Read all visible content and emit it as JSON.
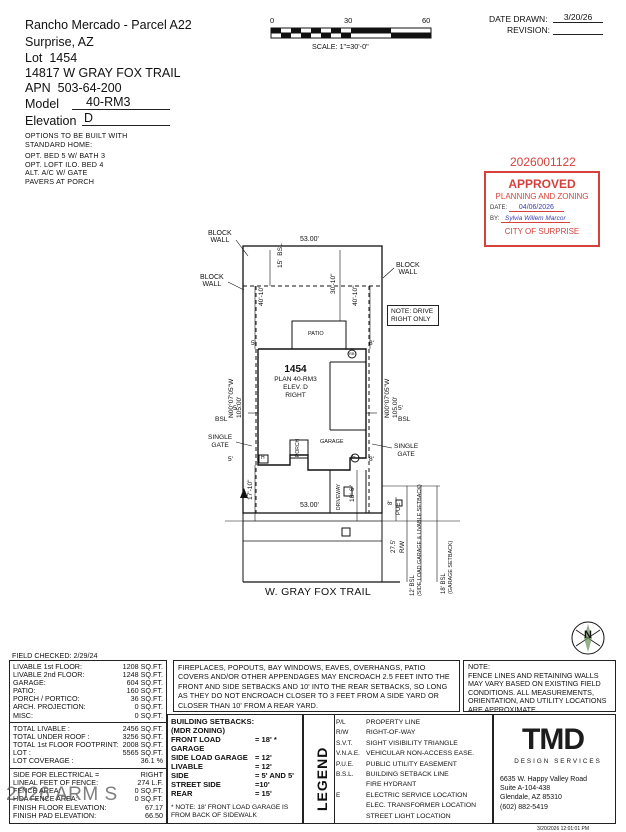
{
  "header": {
    "project": "Rancho Mercado - Parcel A22",
    "city": "Surprise, AZ",
    "lot_label": "Lot",
    "lot": "1454",
    "address": "14817 W GRAY FOX TRAIL",
    "apn_label": "APN",
    "apn": "503-64-200",
    "model_label": "Model",
    "model": "40-RM3",
    "elevation_label": "Elevation",
    "elevation": "D",
    "options_title": [
      "OPTIONS TO BE BUILT WITH",
      "STANDARD HOME:"
    ],
    "options": [
      "OPT. BED 5 W/ BATH 3",
      "OPT. LOFT ILO. BED 4",
      "ALT. A/C W/ GATE",
      "PAVERS AT PORCH"
    ]
  },
  "scale": {
    "ticks": [
      "0",
      "30",
      "60"
    ],
    "label": "SCALE: 1\"=30'-0\""
  },
  "date_block": {
    "drawn_label": "DATE DRAWN:",
    "drawn": "3/20/26",
    "revision_label": "REVISION:"
  },
  "stamp": {
    "number": "2026001122",
    "title": "APPROVED",
    "subtitle": "PLANNING AND ZONING",
    "date_label": "DATE:",
    "date": "04/06/2026",
    "by_label": "BY:",
    "by": "Sylvia Willem Marcor",
    "city": "CITY OF SURPRISE",
    "color": "#d6423b"
  },
  "plan": {
    "block_wall_left_top": [
      "BLOCK",
      "WALL"
    ],
    "block_wall_left_mid": [
      "BLOCK",
      "WALL"
    ],
    "block_wall_right": [
      "BLOCK",
      "WALL"
    ],
    "top_width": "53.00'",
    "bottom_width": "53.00'",
    "rear_bsl": "15'",
    "bsl": "BSL",
    "dim_40_10_left": "40'-10\"",
    "dim_30_10": "30'-10\"",
    "dim_40_10_right": "40'-10\"",
    "note_drive": [
      "NOTE: DRIVE",
      "RIGHT ONLY"
    ],
    "patio": "PATIO",
    "lot_number": "1454",
    "plan_line": "PLAN 40-RM3",
    "elev_line": "ELEV. D",
    "right_line": "RIGHT",
    "garage": "GARAGE",
    "porch": "PORCH",
    "left_bearing": "N00°07'05\"W",
    "left_len": "105.00'",
    "right_bearing": "N00°07'05\"W",
    "right_len": "105.00'",
    "side_left": "5'",
    "side_right": "5'",
    "side_bsl_left": "BSL",
    "side_bsl_right": "BSL",
    "single_gate_left": [
      "SINGLE",
      "GATE"
    ],
    "single_gate_right": [
      "SINGLE",
      "GATE"
    ],
    "gate_dim_left": "5'",
    "gate_dim_right": "8'",
    "front_17": "17'-10\"",
    "front_18_6": "18'-6\"",
    "driveway": "DRIVEWAY",
    "pue_8": "8'",
    "pue": "PUE",
    "rw_27": "27.5'",
    "rw": "R/W",
    "bsl_12": "12' BSL",
    "bsl_12_note": "(SIDE LOAD GARAGE & LIVABLE SETBACK)",
    "bsl_18": "18' BSL",
    "bsl_18_note": "(GARAGE SETBACK)",
    "street": "W. GRAY FOX TRAIL",
    "marker_h": "H",
    "marker_e": "E",
    "marker_rb": "RB",
    "top_dim_5": "5'",
    "top_dim_8": "8'"
  },
  "field_checked": "FIELD CHECKED: 2/29/24",
  "north_label": "N",
  "areas": {
    "rows1": [
      [
        "LIVABLE 1st FLOOR:",
        "1208 SQ.FT."
      ],
      [
        "LIVABLE 2nd FLOOR:",
        "1248 SQ.FT."
      ],
      [
        "GARAGE:",
        "604 SQ.FT."
      ],
      [
        "PATIO:",
        "160 SQ.FT."
      ],
      [
        "PORCH / PORTICO:",
        "36 SQ.FT."
      ],
      [
        "ARCH. PROJECTION:",
        "0 SQ.FT."
      ],
      [
        "MISC:",
        "0 SQ.FT."
      ]
    ],
    "rows2": [
      [
        "TOTAL LIVABLE :",
        "2456 SQ.FT."
      ],
      [
        "TOTAL UNDER ROOF :",
        "3256 SQ.FT."
      ],
      [
        "TOTAL 1st FLOOR FOOTPRINT:",
        "2008 SQ.FT."
      ],
      [
        "LOT :",
        "5565 SQ.FT."
      ],
      [
        "LOT COVERAGE :",
        "36.1 %"
      ]
    ],
    "rows3": [
      [
        "SIDE FOR ELECTRICAL =",
        "RIGHT"
      ],
      [
        "LINEAL FEET OF FENCE:",
        "274 L.F."
      ],
      [
        "FENCE AREA:",
        "0 SQ.FT."
      ],
      [
        "HOA FENCE AREA:",
        "0 SQ.FT."
      ],
      [
        "FINISH FLOOR ELEVATION:",
        "67.17"
      ],
      [
        "FINISH PAD ELEVATION:",
        "66.50"
      ]
    ]
  },
  "fireplace_note": "FIREPLACES, POPOUTS, BAY WINDOWS, EAVES, OVERHANGS, PATIO COVERS AND/OR OTHER APPENDAGES MAY ENCROACH 2.5 FEET INTO THE FRONT AND SIDE SETBACKS AND 10' INTO THE REAR SETBACKS, SO LONG AS THEY DO NOT ENCROACH CLOSER TO 3 FEET FROM A SIDE YARD OR CLOSER THAN 10' FROM A REAR YARD.",
  "fence_note": {
    "title": "NOTE:",
    "text": "FENCE LINES AND RETAINING WALLS MAY VARY BASED ON EXISTING FIELD CONDITIONS. ALL MEASUREMENTS, ORIENTATION, AND UTILITY LOCATIONS ARE APPROXIMATE."
  },
  "setbacks": {
    "title": "BUILDING SETBACKS:",
    "zoning": "(MDR ZONING)",
    "rows": [
      [
        "FRONT LOAD GARAGE",
        "= 18' *"
      ],
      [
        "SIDE LOAD GARAGE",
        "= 12'"
      ],
      [
        "LIVABLE",
        "= 12'"
      ],
      [
        "SIDE",
        "= 5' AND 5'"
      ],
      [
        "STREET SIDE",
        "=10'"
      ],
      [
        "REAR",
        "= 15'"
      ]
    ],
    "note": "* NOTE: 18' FRONT LOAD GARAGE IS FROM BACK OF SIDEWALK"
  },
  "legend": {
    "title": "LEGEND",
    "items": [
      [
        "P/L",
        "PROPERTY LINE"
      ],
      [
        "R/W",
        "RIGHT-OF-WAY"
      ],
      [
        "S.V.T.",
        "SIGHT VISIBILITY TRIANGLE"
      ],
      [
        "V.N.A.E.",
        "VEHICULAR NON-ACCESS EASE."
      ],
      [
        "P.U.E.",
        "PUBLIC UTILITY EASEMENT"
      ],
      [
        "B.S.L.",
        "BUILDING SETBACK LINE"
      ],
      [
        "",
        "FIRE HYDRANT"
      ],
      [
        "E",
        "ELECTRIC SERVICE LOCATION"
      ],
      [
        "",
        "ELEC. TRANSFORMER LOCATION"
      ],
      [
        "",
        "STREET LIGHT LOCATION"
      ]
    ]
  },
  "company": {
    "logo": "TMD",
    "tagline": "DESIGN SERVICES",
    "address1": "6635 W. Happy Valley Road",
    "address2": "Suite A-104-438",
    "address3": "Glendale, AZ 85310",
    "phone": "(602) 882-5419"
  },
  "watermark": "2026 ARM S",
  "footer_stamp": "3/20/2026 12:01:01 PM"
}
